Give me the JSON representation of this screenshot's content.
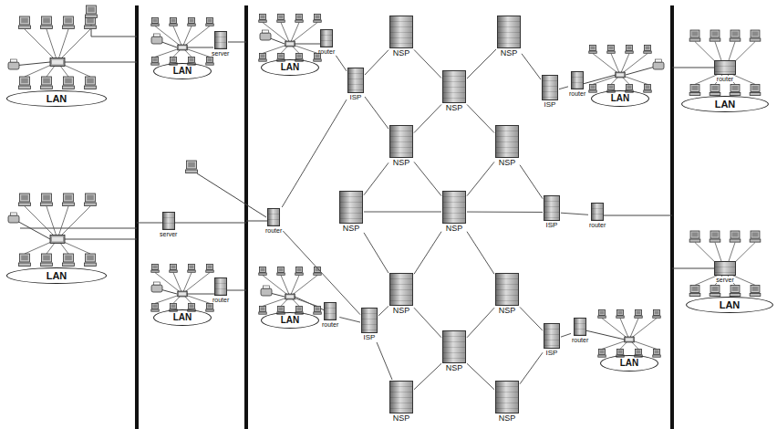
{
  "diagram": {
    "nodes": [
      {
        "text": [
          "LAN"
        ]
      },
      {
        "text": [
          "LAN"
        ]
      },
      {
        "text": [
          "server"
        ]
      },
      {
        "text": [
          "LAN"
        ]
      },
      {
        "text": [
          "server"
        ]
      },
      {
        "text": [
          "router"
        ]
      },
      {
        "text": [
          "LAN"
        ]
      },
      {
        "text": [
          "router"
        ]
      },
      {
        "text": [
          "LAN"
        ]
      },
      {
        "text": [
          "ISP"
        ]
      },
      {
        "text": [
          "router"
        ]
      },
      {
        "text": [
          "router"
        ]
      },
      {
        "text": [
          "LAN"
        ]
      },
      {
        "text": [
          "ISP"
        ]
      },
      {
        "text": [
          "NSP"
        ]
      },
      {
        "text": [
          "NSP"
        ]
      },
      {
        "text": [
          "NSP"
        ]
      },
      {
        "text": [
          "NSP"
        ]
      },
      {
        "text": [
          "NSP"
        ]
      },
      {
        "text": [
          "NSP"
        ]
      },
      {
        "text": [
          "NSP"
        ]
      },
      {
        "text": [
          "NSP"
        ]
      },
      {
        "text": [
          "NSP"
        ]
      },
      {
        "text": [
          "NSP"
        ]
      },
      {
        "text": [
          "NSP"
        ]
      },
      {
        "text": [
          "NSP"
        ]
      },
      {
        "text": [
          "ISP"
        ]
      },
      {
        "text": [
          "ISP"
        ]
      },
      {
        "text": [
          "ISP"
        ]
      },
      {
        "text": [
          "router"
        ]
      },
      {
        "text": [
          "LAN"
        ]
      },
      {
        "text": [
          "router"
        ]
      },
      {
        "text": [
          "router"
        ]
      },
      {
        "text": [
          "LAN"
        ]
      },
      {
        "text": [
          "router"
        ]
      },
      {
        "text": [
          "LAN"
        ]
      },
      {
        "text": [
          "server"
        ]
      },
      {
        "text": [
          "LAN"
        ]
      }
    ],
    "edges": [
      {
        "from": 9,
        "to": 14,
        "arrow": "none"
      },
      {
        "from": 9,
        "to": 17,
        "arrow": "none"
      },
      {
        "from": 14,
        "to": 16,
        "arrow": "none"
      },
      {
        "from": 15,
        "to": 16,
        "arrow": "none"
      },
      {
        "from": 16,
        "to": 17,
        "arrow": "none"
      },
      {
        "from": 16,
        "to": 18,
        "arrow": "none"
      },
      {
        "from": 15,
        "to": 26,
        "arrow": "none"
      },
      {
        "from": 17,
        "to": 19,
        "arrow": "none"
      },
      {
        "from": 17,
        "to": 20,
        "arrow": "none"
      },
      {
        "from": 18,
        "to": 20,
        "arrow": "none"
      },
      {
        "from": 18,
        "to": 27,
        "arrow": "none"
      },
      {
        "from": 19,
        "to": 20,
        "arrow": "none"
      },
      {
        "from": 20,
        "to": 27,
        "arrow": "none"
      },
      {
        "from": 19,
        "to": 21,
        "arrow": "none"
      },
      {
        "from": 20,
        "to": 21,
        "arrow": "none"
      },
      {
        "from": 20,
        "to": 22,
        "arrow": "none"
      },
      {
        "from": 21,
        "to": 23,
        "arrow": "none"
      },
      {
        "from": 22,
        "to": 23,
        "arrow": "none"
      },
      {
        "from": 22,
        "to": 28,
        "arrow": "none"
      },
      {
        "from": 21,
        "to": 13,
        "arrow": "none"
      },
      {
        "from": 13,
        "to": 24,
        "arrow": "none"
      },
      {
        "from": 23,
        "to": 24,
        "arrow": "none"
      },
      {
        "from": 23,
        "to": 25,
        "arrow": "none"
      },
      {
        "from": 25,
        "to": 28,
        "arrow": "none"
      },
      {
        "from": 10,
        "to": 9,
        "arrow": "none"
      },
      {
        "from": 10,
        "to": 13,
        "arrow": "none"
      },
      {
        "from": 7,
        "to": 9,
        "arrow": "none"
      },
      {
        "from": 11,
        "to": 13,
        "arrow": "none"
      },
      {
        "from": 26,
        "to": 29,
        "arrow": "none"
      },
      {
        "from": 27,
        "to": 31,
        "arrow": "none"
      },
      {
        "from": 28,
        "to": 32,
        "arrow": "none"
      }
    ]
  }
}
